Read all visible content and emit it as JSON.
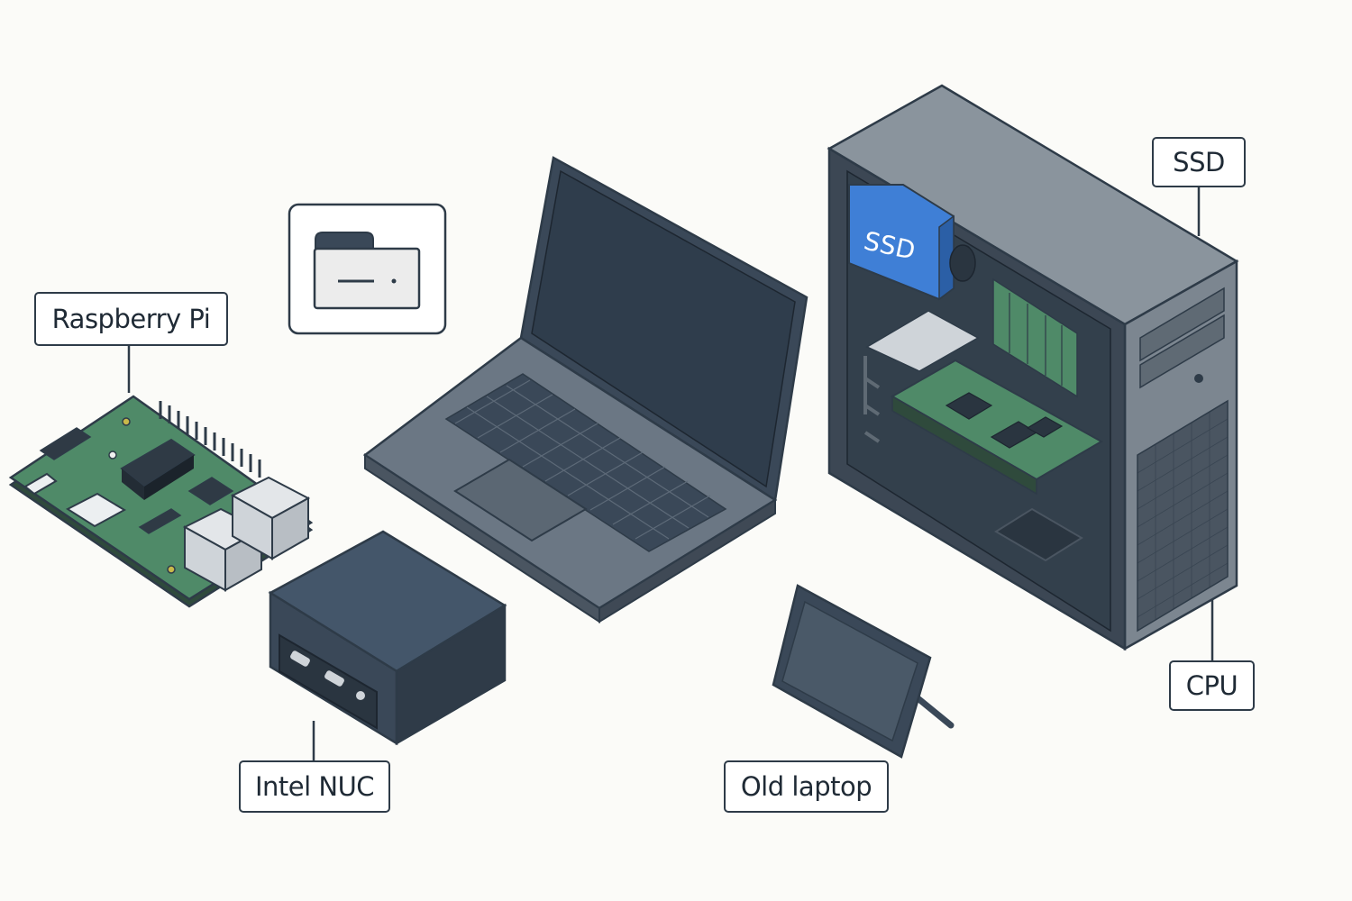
{
  "labels": {
    "raspberry_pi": "Raspberry Pi",
    "intel_nuc": "Intel NUC",
    "old_laptop": "Old laptop",
    "ssd": "SSD",
    "cpu": "CPU"
  },
  "ssd_chip_text": "SSD",
  "colors": {
    "outline": "#2e3b48",
    "pcb_green": "#4f8a68",
    "ssd_blue": "#3f7fd6",
    "case_gray": "#8a949d",
    "dark_slate": "#3a4858"
  }
}
